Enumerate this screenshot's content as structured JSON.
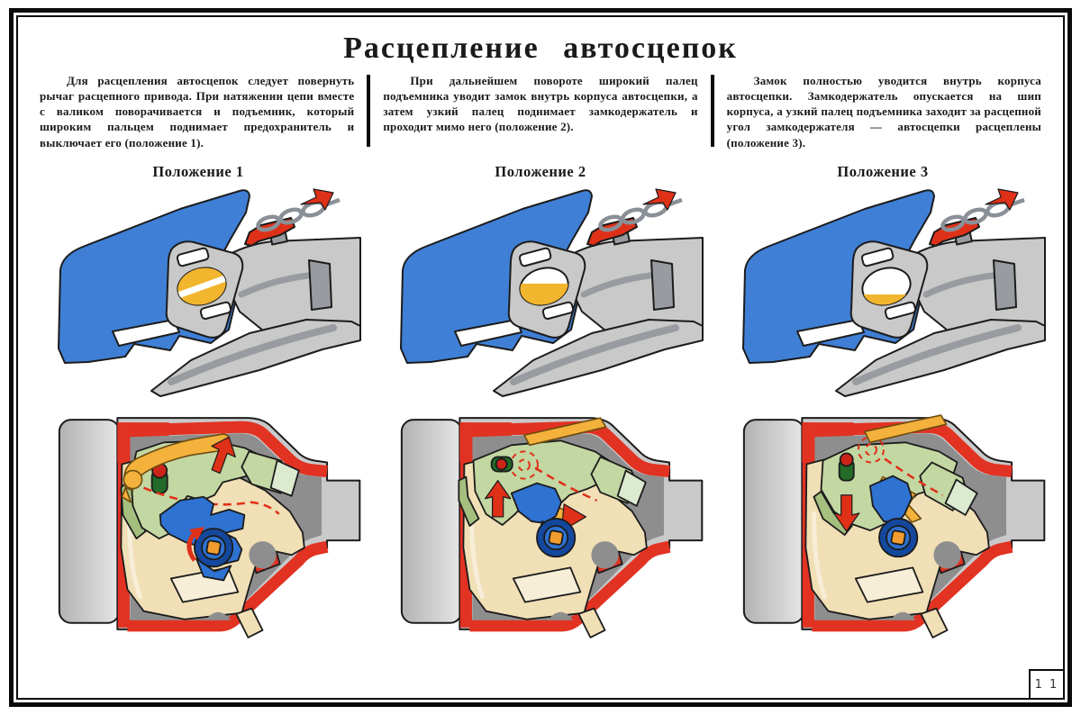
{
  "title": "Расцепление  автосцепок",
  "columns": [
    {
      "paragraph": "Для расцепления автосцепок следует повернуть рычаг расцепного привода. При натяжении цепи вместе с валиком поворачивается и подъемник, который широким пальцем поднимает предохранитель и выключает его (положение 1).",
      "position_label": "Положение 1"
    },
    {
      "paragraph": "При дальнейшем повороте широкий палец подъемника уводит замок внутрь корпуса автосцепки, а затем узкий палец поднимает замкодержатель и проходит мимо него (положение 2).",
      "position_label": "Положение 2"
    },
    {
      "paragraph": "Замок полностью уводится внутрь корпуса автосцепки. Замкодержатель опускается на шип корпуса, а узкий палец подъемника заходит за расцепной угол замкодержателя — автосцепки расцеплены (положение 3).",
      "position_label": "Положение 3"
    }
  ],
  "page_number": "1 1",
  "palette": {
    "frame": "#0a0a0a",
    "text": "#1a1a1a",
    "blue_coupler": "#3f7fd6",
    "gray_body": "#c9c9c9",
    "gray_shadow": "#989ca0",
    "dark_outline": "#1c1c1c",
    "yellow_lock": "#f2b52e",
    "red_accent": "#df3018",
    "section_red": "#e23222",
    "interior_gray": "#8e8e8e",
    "cream_lock": "#f1dfb6",
    "cream_highlight": "#f7eed8",
    "green_holder": "#c3d7a2",
    "green_side": "#a5c07e",
    "green_cap": "#dcead0",
    "pin_green": "#226b28",
    "pin_red": "#cc2418",
    "orange_lever": "#f4b23c",
    "blue_lifter": "#2e72d2",
    "blue_dark": "#14489e",
    "orange_boss": "#f09c2e"
  }
}
